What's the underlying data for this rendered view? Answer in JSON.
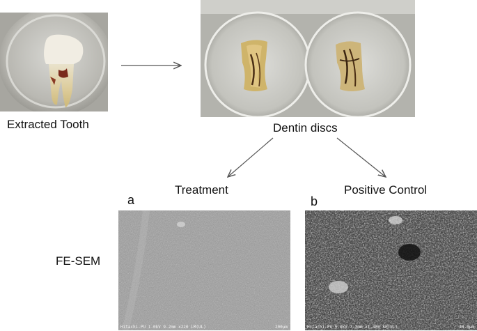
{
  "labels": {
    "extracted_tooth": "Extracted Tooth",
    "dentin_discs": "Dentin discs",
    "treatment": "Treatment",
    "positive_control": "Positive Control",
    "fe_sem": "FE-SEM",
    "panel_a": "a",
    "panel_b": "b"
  },
  "sem_captions": {
    "a": {
      "left": "Hitachi-PU 1.0kV 9.2mm x220 LM(UL)",
      "right": "200μm"
    },
    "b": {
      "left": "Hitachi-PU 5.0kV 7.3mm x1.30k SE(UL)",
      "right": "40.0μm"
    }
  },
  "colors": {
    "arrow": "#555555",
    "sem_a_tone": "#9a9a9a",
    "sem_b_tone": "#2e2e2e"
  }
}
